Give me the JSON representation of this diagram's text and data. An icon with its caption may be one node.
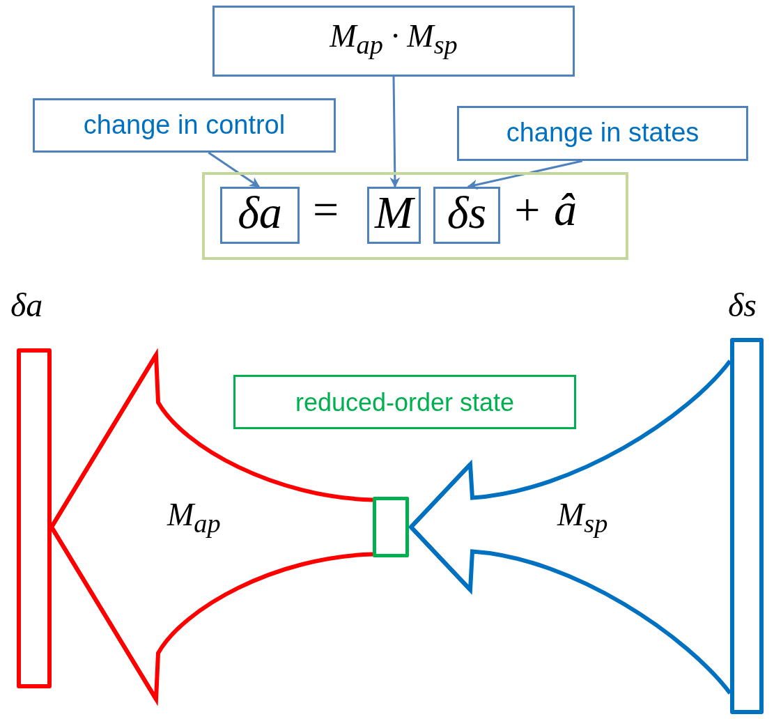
{
  "diagram": {
    "nodes": [
      {
        "text": [
          "M$_{ap}$ · M$_{sp}$"
        ]
      },
      {
        "text": [
          "change in control"
        ]
      },
      {
        "text": [
          "change in states"
        ]
      },
      {
        "text": [
          "=",
          "+ â"
        ]
      },
      {
        "text": [
          "δa"
        ],
        "in": 3
      },
      {
        "text": [
          "M"
        ],
        "in": 3
      },
      {
        "text": [
          "δs"
        ],
        "in": 3
      },
      {
        "text": [
          "reduced-order state"
        ]
      },
      {
        "text": [],
        "shape": "bar",
        "beside": [
          "δa"
        ]
      },
      {
        "text": [],
        "shape": "box"
      },
      {
        "text": [],
        "shape": "bar",
        "beside": [
          "δs"
        ]
      }
    ],
    "edges": [
      {
        "from": 1,
        "to": 4,
        "arrow": "to"
      },
      {
        "from": 0,
        "to": 5,
        "arrow": "to"
      },
      {
        "from": 2,
        "to": 6,
        "arrow": "to"
      },
      {
        "from": 9,
        "to": 8,
        "arrow": "to",
        "label": "M$_{ap}$",
        "style": "thick",
        "color": "#ff0000"
      },
      {
        "from": 10,
        "to": 9,
        "arrow": "to",
        "label": "M$_{sp}$",
        "style": "thick",
        "color": "#0070c0"
      }
    ]
  }
}
